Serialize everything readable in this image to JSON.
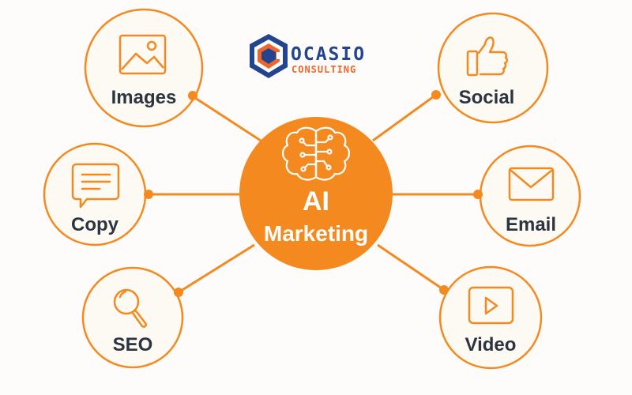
{
  "logo": {
    "line1": "OCASIO",
    "line2": "CONSULTING",
    "colors": {
      "blue": "#23458f",
      "orange": "#f0662a"
    }
  },
  "center": {
    "title": "AI",
    "subtitle": "Marketing",
    "icon": "brain-circuit-icon",
    "fill": "#f48a1f"
  },
  "nodes": [
    {
      "id": "images",
      "label": "Images",
      "icon": "image-icon"
    },
    {
      "id": "social",
      "label": "Social",
      "icon": "thumbs-up-icon"
    },
    {
      "id": "copy",
      "label": "Copy",
      "icon": "chat-bubble-icon"
    },
    {
      "id": "email",
      "label": "Email",
      "icon": "envelope-icon"
    },
    {
      "id": "seo",
      "label": "SEO",
      "icon": "magnifier-icon"
    },
    {
      "id": "video",
      "label": "Video",
      "icon": "play-video-icon"
    }
  ],
  "colors": {
    "accent": "#f48a1f",
    "node_fill": "#fdf9f3",
    "label": "#2b3440",
    "background": "#fdfcfa"
  }
}
